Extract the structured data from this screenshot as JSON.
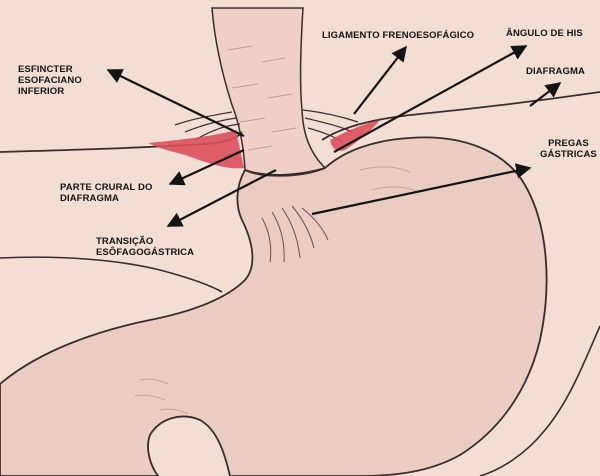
{
  "labels": {
    "esfincter": [
      "ESFINCTER",
      "ESOFACIANO",
      "INFERIOR"
    ],
    "ligamento": "LIGAMENTO FRENOESOFÁGICO",
    "angulo": "ÂNGULO DE HIS",
    "diafragma": "DIAFRAGMA",
    "pregas": [
      "PREGAS",
      "GÁSTRICAS"
    ],
    "parte_crural": [
      "PARTE CRURAL DO",
      "DIAFRAGMA"
    ],
    "transicao": [
      "TRANSIÇÃO",
      "ESÔFAGOGÁSTRICA"
    ]
  },
  "colors": {
    "background": "#f3ddd5",
    "outline": "#3a2c2c",
    "muscle": "#d9505a",
    "organ_fill": "#eccbc2",
    "arrow": "#141414"
  }
}
